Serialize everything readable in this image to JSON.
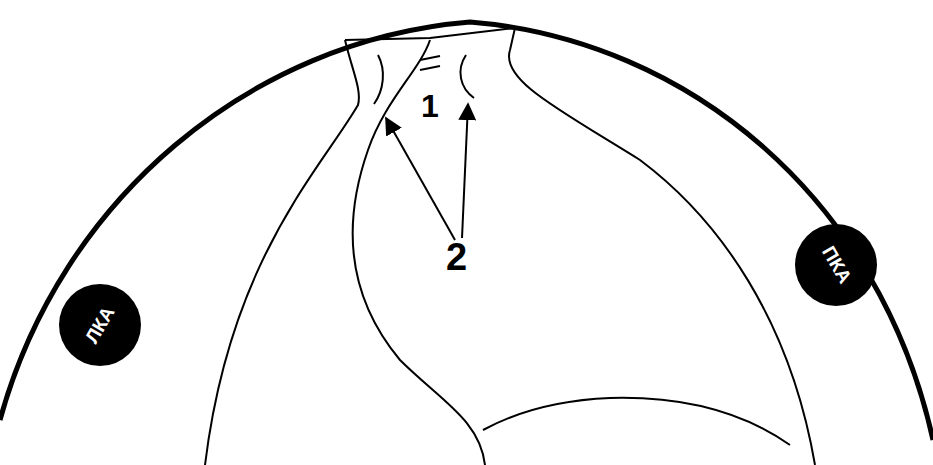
{
  "diagram": {
    "nodes": [
      {
        "text": [
          "ЛКА"
        ]
      },
      {
        "text": [
          "ПКА"
        ]
      }
    ],
    "labels": [
      "1",
      "2"
    ]
  }
}
